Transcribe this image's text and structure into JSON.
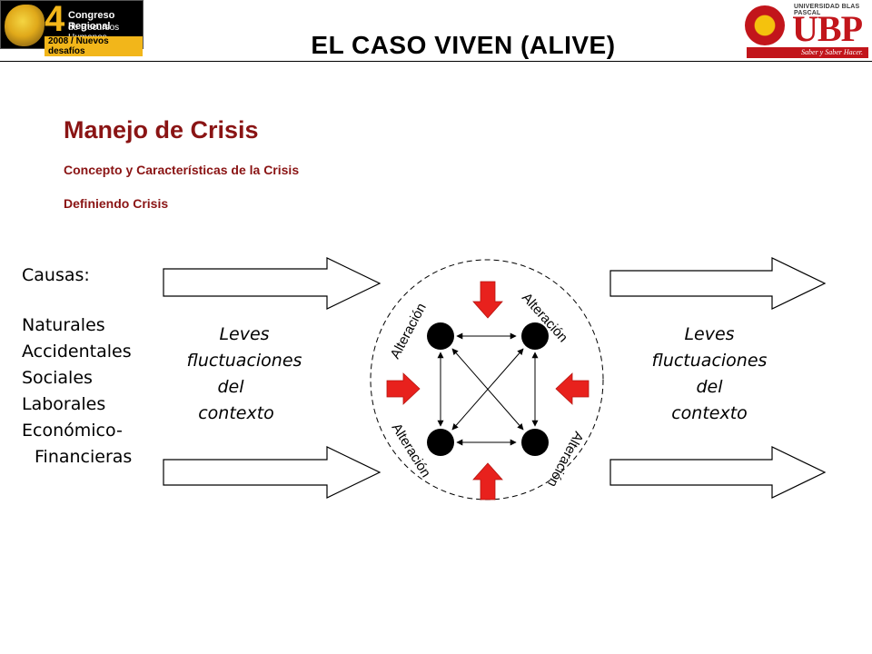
{
  "header": {
    "title": "EL CASO VIVEN (ALIVE)",
    "logo_left": {
      "number": "4",
      "line1": "Congreso Regional",
      "line2": "de Recursos Humanos",
      "line3": "2008 / Nuevos desafíos"
    },
    "logo_right": {
      "small_text": "UNIVERSIDAD BLAS PASCAL",
      "big_text": "UBP",
      "tagline": "Saber y Saber Hacer."
    }
  },
  "section": {
    "title": "Manejo de Crisis",
    "subtitle_1": "Concepto y Características de la Crisis",
    "subtitle_2": "Definiendo Crisis"
  },
  "causes": {
    "label": "Causas:",
    "items": [
      "Naturales",
      "Accidentales",
      "Sociales",
      "Laborales",
      "Económico-",
      "Financieras"
    ]
  },
  "fluctuations_left": [
    "Leves",
    "fluctuaciones",
    "del",
    "contexto"
  ],
  "fluctuations_right": [
    "Leves",
    "fluctuaciones",
    "del",
    "contexto"
  ],
  "alteration_labels": [
    "Alteración",
    "Alteración",
    "Alteración",
    "Alteración"
  ],
  "colors": {
    "accent": "#8a1414",
    "red_arrow": "#e8211d"
  }
}
